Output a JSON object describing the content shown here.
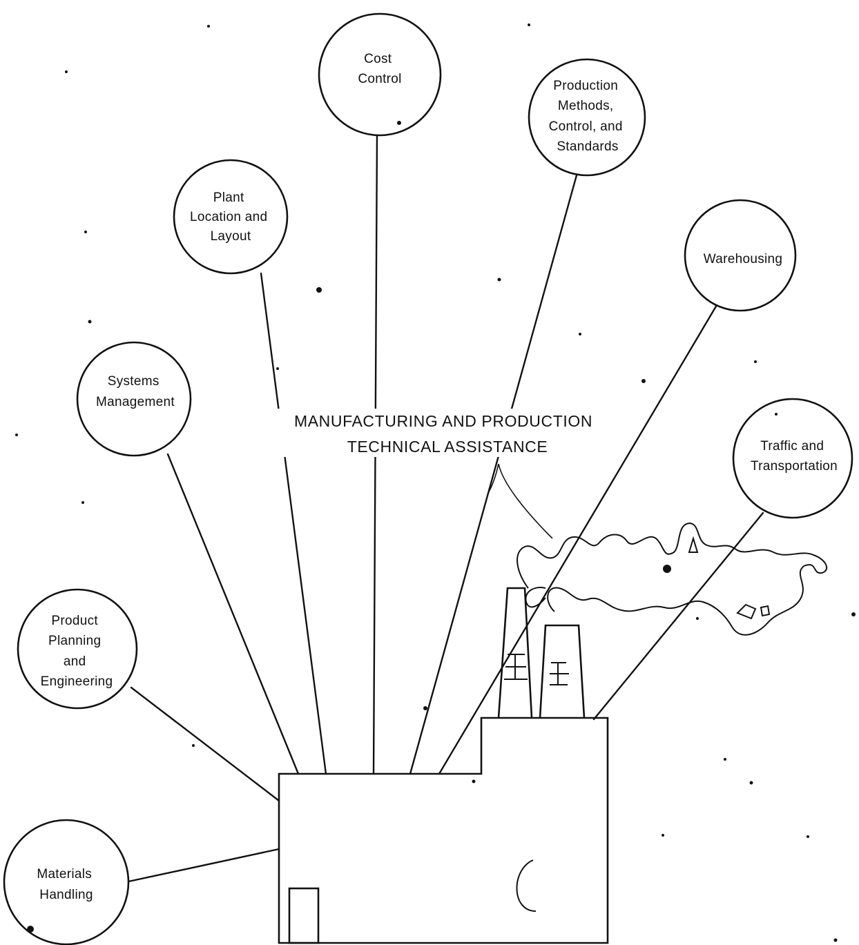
{
  "diagram": {
    "title": {
      "line1": "MANUFACTURING AND PRODUCTION",
      "line2": "TECHNICAL ASSISTANCE"
    },
    "nodes": [
      {
        "id": "cost-control",
        "lines": [
          "Cost",
          "Control"
        ]
      },
      {
        "id": "production-methods",
        "lines": [
          "Production",
          "Methods,",
          "Control, and",
          "Standards"
        ]
      },
      {
        "id": "plant-location",
        "lines": [
          "Plant",
          "Location and",
          "Layout"
        ]
      },
      {
        "id": "warehousing",
        "lines": [
          "Warehousing"
        ]
      },
      {
        "id": "systems-management",
        "lines": [
          "Systems",
          "Management"
        ]
      },
      {
        "id": "traffic-transportation",
        "lines": [
          "Traffic and",
          "Transportation"
        ]
      },
      {
        "id": "product-planning",
        "lines": [
          "Product",
          "Planning",
          "and",
          "Engineering"
        ]
      },
      {
        "id": "materials-handling",
        "lines": [
          "Materials",
          "Handling"
        ]
      }
    ]
  }
}
